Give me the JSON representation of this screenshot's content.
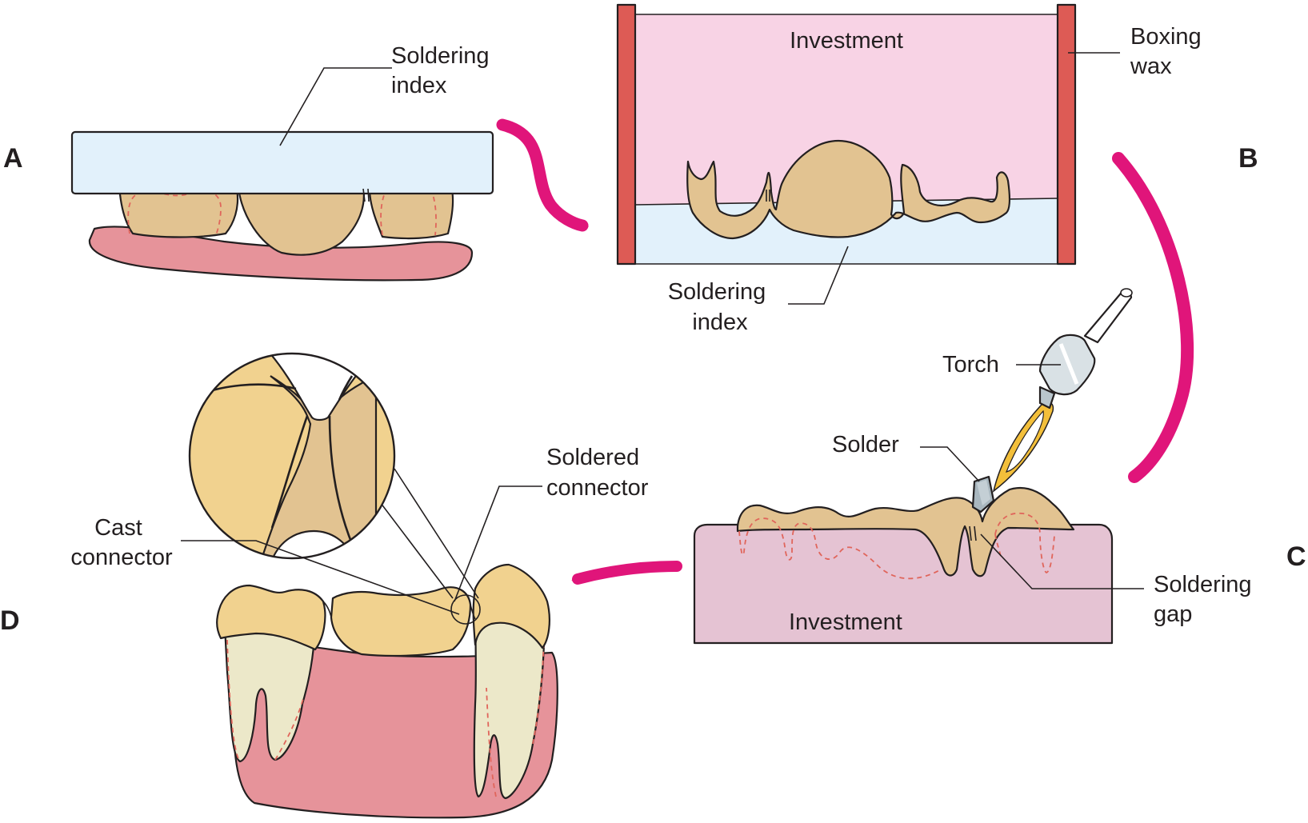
{
  "panels": {
    "a": "A",
    "b": "B",
    "c": "C",
    "d": "D"
  },
  "labels": {
    "a_soldering_index": [
      "Soldering",
      "index"
    ],
    "b_investment": "Investment",
    "b_boxing_wax": [
      "Boxing",
      "wax"
    ],
    "b_soldering_index": [
      "Soldering",
      "index"
    ],
    "c_torch": "Torch",
    "c_solder": "Solder",
    "c_soldering_gap": [
      "Soldering",
      "gap"
    ],
    "c_investment": "Investment",
    "d_soldered_connector": [
      "Soldered",
      "connector"
    ],
    "d_cast_connector": [
      "Cast",
      "connector"
    ]
  },
  "colors": {
    "index_blue": "#e2f1fb",
    "investment_pink": "#f8d3e5",
    "investment_mauve": "#e5c3d3",
    "boxing_wax_red": "#dd5b55",
    "gum_pink": "#e6939a",
    "crown_tan": "#e2c391",
    "crown_gold": "#f1d28f",
    "root_cream": "#ece8c9",
    "arrow_magenta": "#e0157a",
    "flame_yellow": "#f3bf3a"
  }
}
